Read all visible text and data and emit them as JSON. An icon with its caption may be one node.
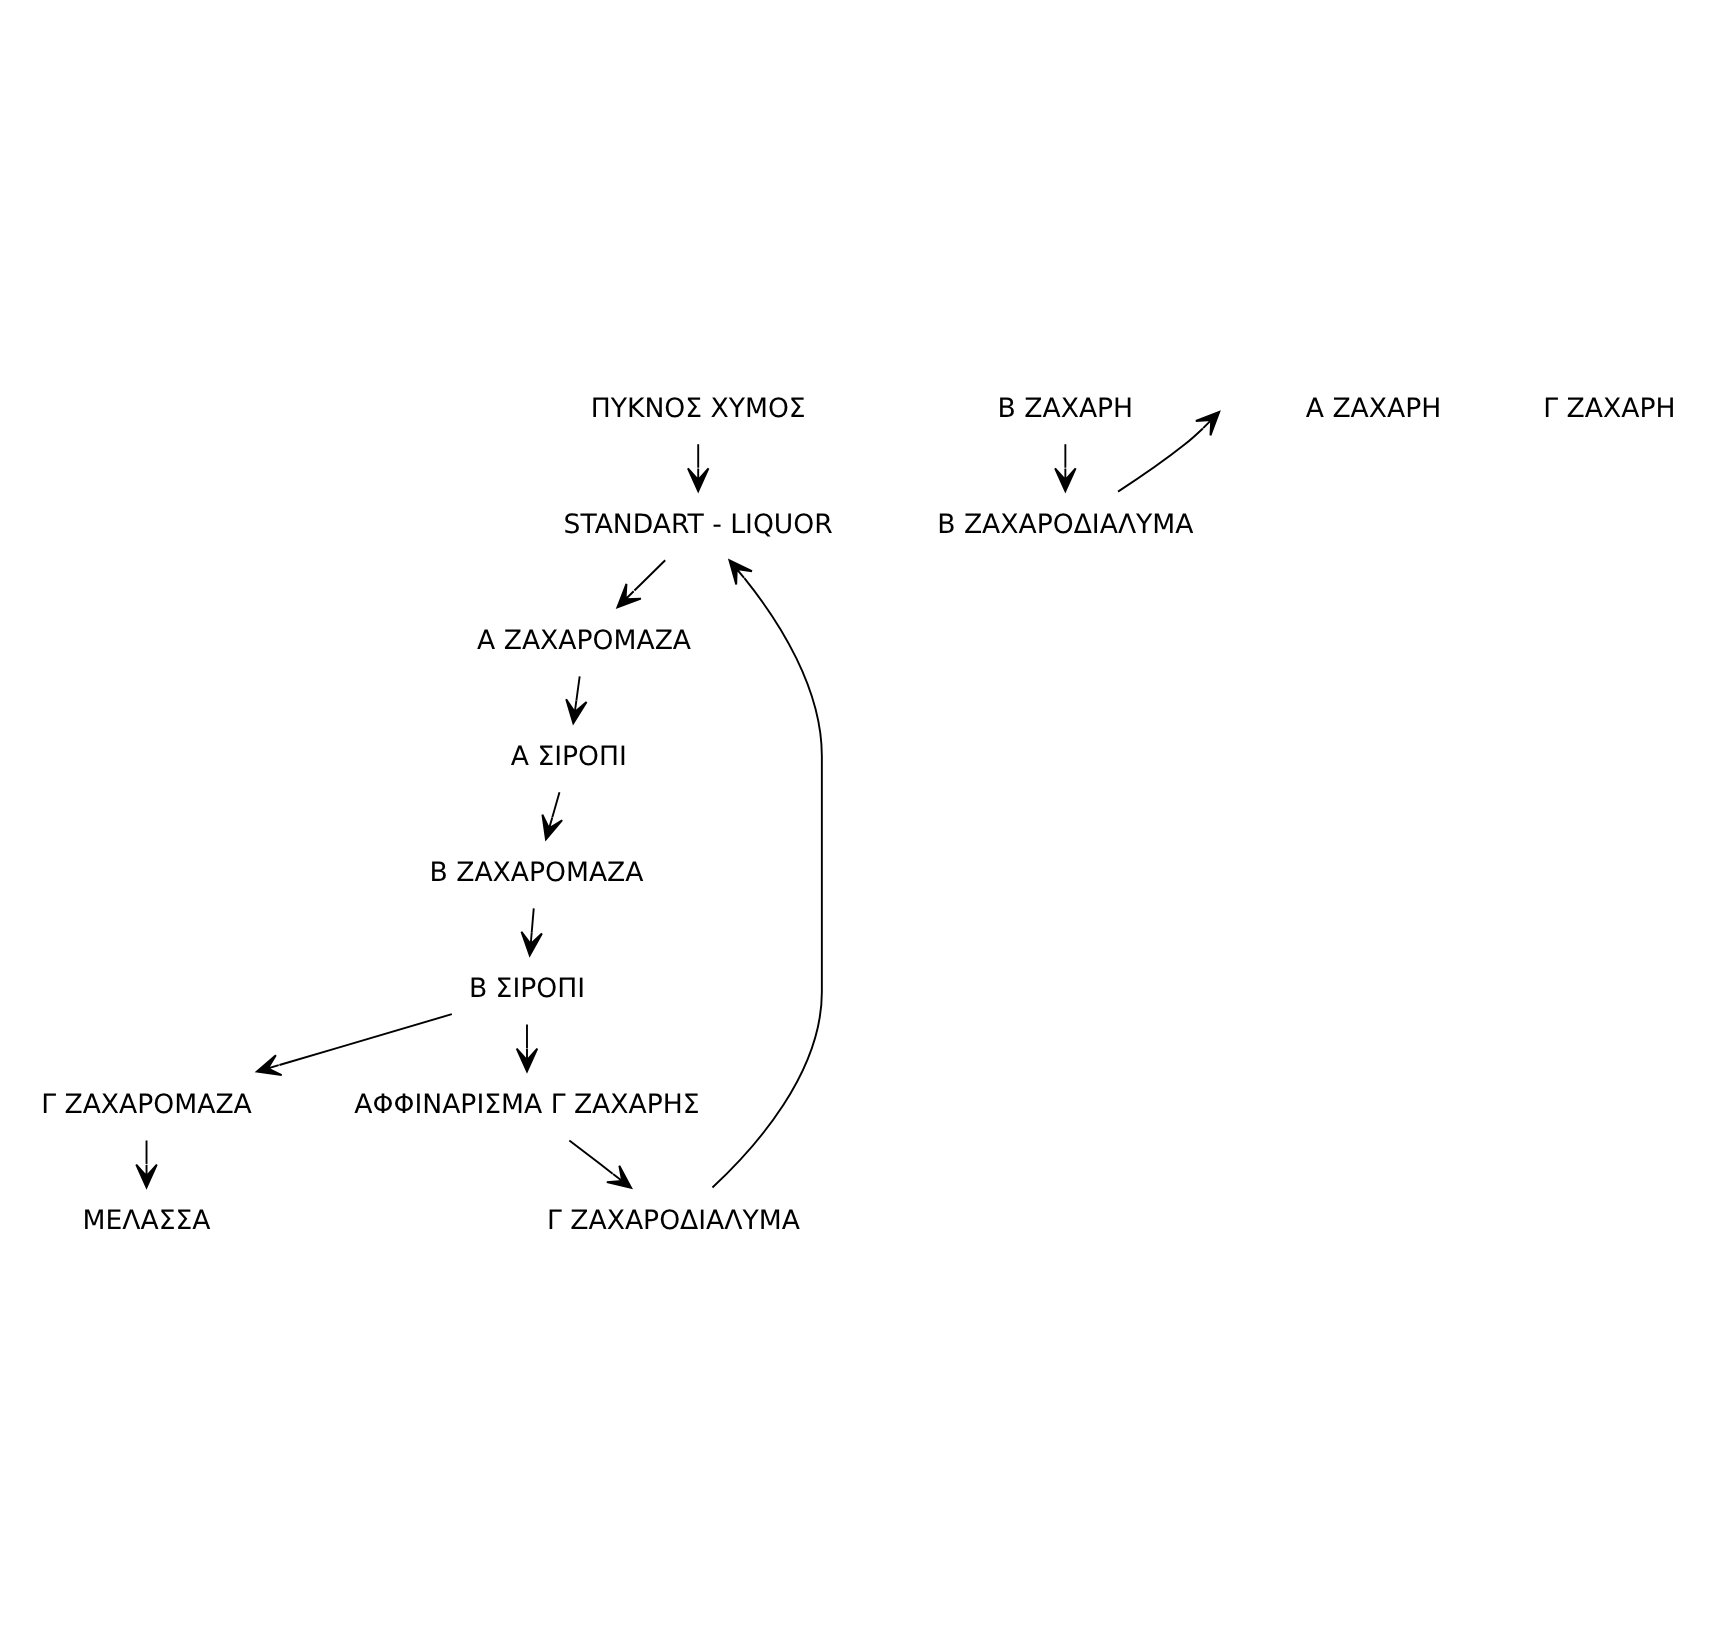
{
  "diagram": {
    "nodes": [
      {
        "text": [
          "ΠΥΚΝΟΣ ΧΥΜΟΣ"
        ]
      },
      {
        "text": [
          "STANDART - LIQUOR"
        ]
      },
      {
        "text": [
          "Α ΖΑΧΑΡΟΜΑΖΑ"
        ]
      },
      {
        "text": [
          "Α ΣΙΡΟΠΙ"
        ]
      },
      {
        "text": [
          "Β ΖΑΧΑΡΗ"
        ]
      },
      {
        "text": [
          "Β ΖΑΧΑΡΟΜΑΖΑ"
        ]
      },
      {
        "text": [
          "Β ΖΑΧΑΡΟΔΙΑΛΥΜΑ"
        ]
      },
      {
        "text": [
          "Β ΣΙΡΟΠΙ"
        ]
      },
      {
        "text": [
          "Γ ΖΑΧΑΡΟΜΑΖΑ"
        ]
      },
      {
        "text": [
          "ΑΦΦΙΝΑΡΙΣΜΑ Γ ΖΑΧΑΡΗΣ"
        ]
      },
      {
        "text": [
          "ΜΕΛΑΣΣΑ"
        ]
      },
      {
        "text": [
          "Γ ΖΑΧΑΡΟΔΙΑΛΥΜΑ"
        ]
      }
    ],
    "edges": [
      {
        "from": 0,
        "to": 1,
        "arrow": "to"
      },
      {
        "from": 1,
        "to": 2,
        "arrow": "to"
      },
      {
        "from": 2,
        "to": 3,
        "arrow": "to"
      },
      {
        "from": 3,
        "to": 5,
        "arrow": "to"
      },
      {
        "from": 5,
        "to": 7,
        "arrow": "to"
      },
      {
        "from": 7,
        "to": 8,
        "arrow": "to"
      },
      {
        "from": 8,
        "to": 10,
        "arrow": "to"
      },
      {
        "from": 4,
        "to": 6,
        "arrow": "to"
      },
      {
        "from": 6,
        "to": null,
        "arrow": "to"
      },
      {
        "from": 7,
        "to": 9,
        "arrow": "to"
      },
      {
        "from": 9,
        "to": 11,
        "arrow": "to"
      },
      {
        "from": 11,
        "to": 1,
        "arrow": "to"
      }
    ],
    "labels": [
      "Α ΖΑΧΑΡΗ",
      "Γ ΖΑΧΑΡΗ"
    ]
  }
}
